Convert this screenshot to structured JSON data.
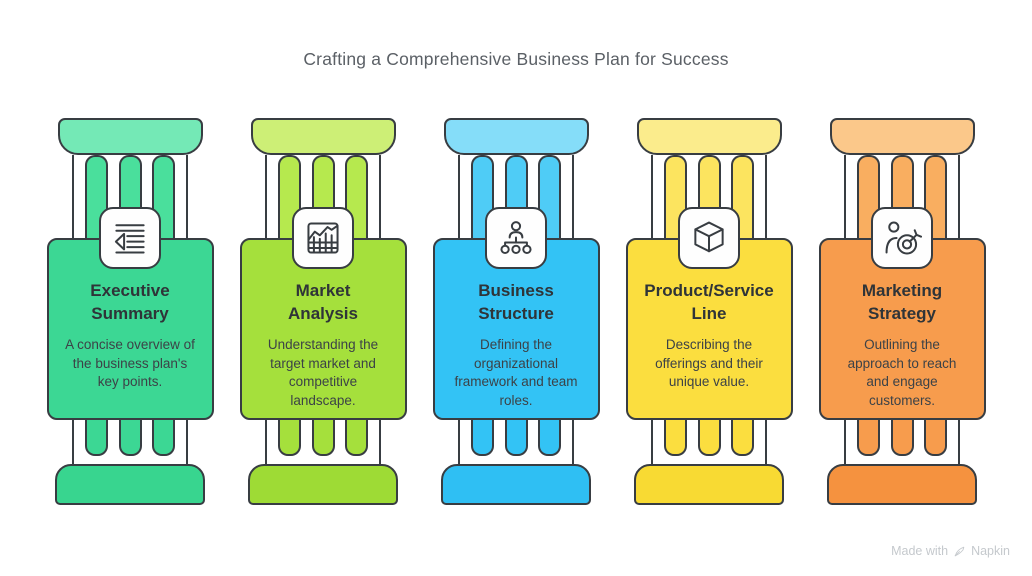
{
  "title": "Crafting a Comprehensive Business Plan for Success",
  "stroke_color": "#383d42",
  "watermark": {
    "prefix": "Made with",
    "brand": "Napkin"
  },
  "pillars": [
    {
      "id": "executive-summary",
      "icon": "document-lines-icon",
      "title": "Executive\nSummary",
      "description": "A concise overview of the business plan's key points.",
      "colors": {
        "capital": "#74e9b6",
        "flute": "#4adf9c",
        "card": "#3cd794",
        "base": "#38d58f"
      }
    },
    {
      "id": "market-analysis",
      "icon": "growth-chart-icon",
      "title": "Market\nAnalysis",
      "description": "Understanding the target market and competitive landscape.",
      "colors": {
        "capital": "#cdef76",
        "flute": "#b6e94e",
        "card": "#a5e03c",
        "base": "#9edb35"
      }
    },
    {
      "id": "business-structure",
      "icon": "org-chart-icon",
      "title": "Business\nStructure",
      "description": "Defining the organizational framework and team roles.",
      "colors": {
        "capital": "#85ddf9",
        "flute": "#4fccf6",
        "card": "#33c3f5",
        "base": "#2fbff3"
      }
    },
    {
      "id": "product-service-line",
      "icon": "package-cube-icon",
      "title": "Product/Service\nLine",
      "description": "Describing the offerings and their unique value.",
      "colors": {
        "capital": "#fbec8c",
        "flute": "#fce45f",
        "card": "#fbde3f",
        "base": "#f8da33"
      }
    },
    {
      "id": "marketing-strategy",
      "icon": "target-audience-icon",
      "title": "Marketing\nStrategy",
      "description": "Outlining the approach to reach and engage customers.",
      "colors": {
        "capital": "#fbc88a",
        "flute": "#f9ae60",
        "card": "#f79c4d",
        "base": "#f5923f"
      }
    }
  ]
}
